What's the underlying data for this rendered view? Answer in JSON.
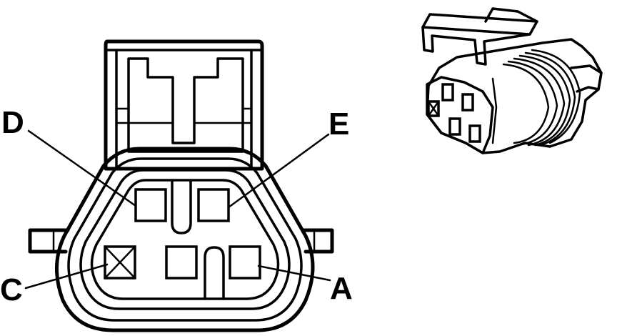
{
  "diagram": {
    "labels": {
      "a": "A",
      "c": "C",
      "d": "D",
      "e": "E"
    },
    "colors": {
      "line": "#000000",
      "background": "#ffffff"
    }
  }
}
